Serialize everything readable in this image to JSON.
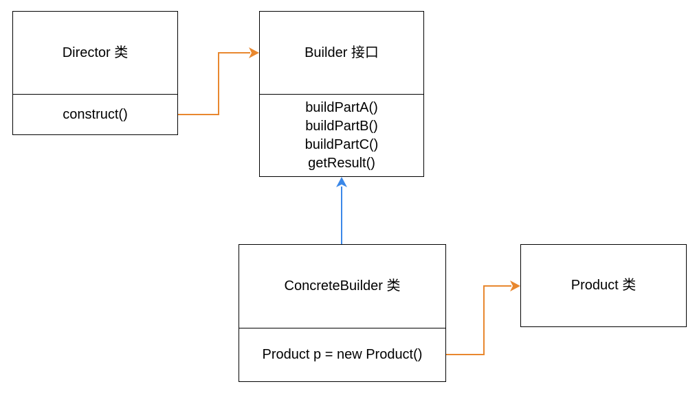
{
  "classes": {
    "director": {
      "title": "Director 类",
      "members": [
        "construct()"
      ]
    },
    "builder": {
      "title": "Builder 接口",
      "members": [
        "buildPartA()",
        "buildPartB()",
        "buildPartC()",
        "getResult()"
      ]
    },
    "concrete_builder": {
      "title": "ConcreteBuilder 类",
      "members": [
        "Product p = new Product()"
      ]
    },
    "product": {
      "title": "Product 类"
    }
  },
  "colors": {
    "association_arrow": "#E8872E",
    "inheritance_arrow": "#3A87E8",
    "box_border": "#000000"
  }
}
